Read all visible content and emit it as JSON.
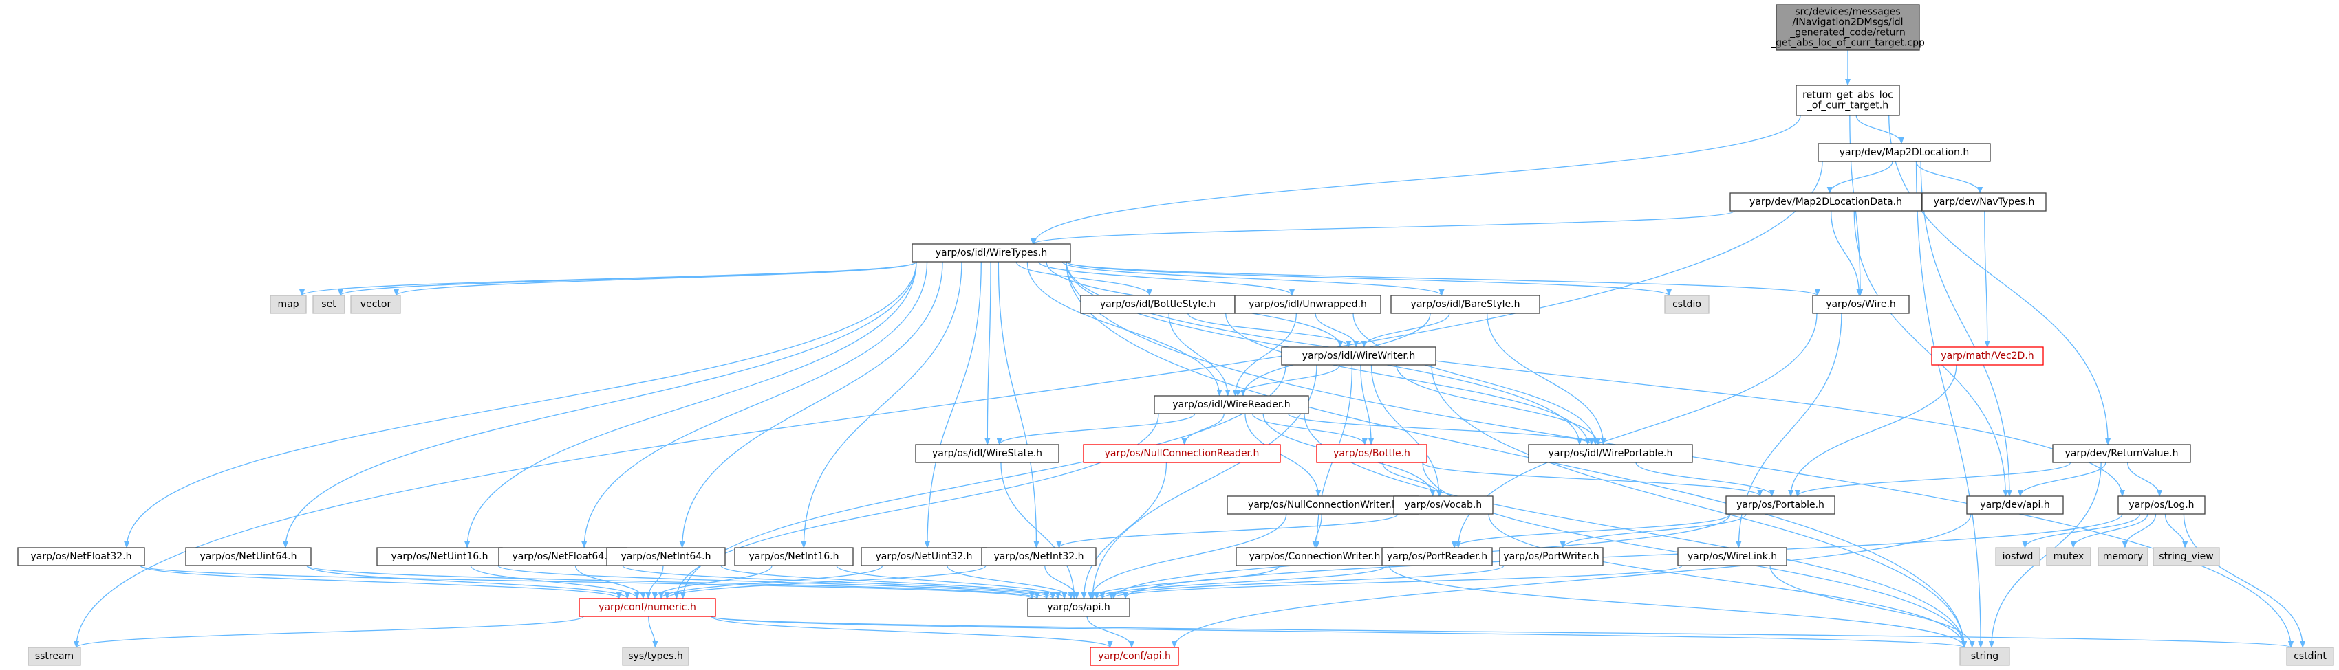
{
  "colors": {
    "edge": "#63b8ff",
    "node_border": "#404040",
    "node_fill": "#ffffff",
    "root_fill": "#999999",
    "external_fill": "#e0e0e0",
    "external_border": "#bfbfbf",
    "truncated_border": "#ff0000",
    "truncated_text": "#b20000",
    "text": "#000000"
  },
  "nodes": {
    "root": {
      "label": [
        "src/devices/messages",
        "/INavigation2DMsgs/idl",
        "_generated_code/return",
        "_get_abs_loc_of_curr_target.cpp"
      ],
      "kind": "root"
    },
    "ret_h": {
      "label": [
        "return_get_abs_loc",
        "_of_curr_target.h"
      ],
      "kind": "normal"
    },
    "map2dloc": {
      "label": [
        "yarp/dev/Map2DLocation.h"
      ],
      "kind": "normal"
    },
    "map2dlocdata": {
      "label": [
        "yarp/dev/Map2DLocationData.h"
      ],
      "kind": "normal"
    },
    "navtypes": {
      "label": [
        "yarp/dev/NavTypes.h"
      ],
      "kind": "normal"
    },
    "wiretypes": {
      "label": [
        "yarp/os/idl/WireTypes.h"
      ],
      "kind": "normal"
    },
    "map": {
      "label": [
        "map"
      ],
      "kind": "external"
    },
    "set": {
      "label": [
        "set"
      ],
      "kind": "external"
    },
    "vector": {
      "label": [
        "vector"
      ],
      "kind": "external"
    },
    "bottlestyle": {
      "label": [
        "yarp/os/idl/BottleStyle.h"
      ],
      "kind": "normal"
    },
    "unwrapped": {
      "label": [
        "yarp/os/idl/Unwrapped.h"
      ],
      "kind": "normal"
    },
    "barestyle": {
      "label": [
        "yarp/os/idl/BareStyle.h"
      ],
      "kind": "normal"
    },
    "cstdio": {
      "label": [
        "cstdio"
      ],
      "kind": "external"
    },
    "wire": {
      "label": [
        "yarp/os/Wire.h"
      ],
      "kind": "normal"
    },
    "vec2d": {
      "label": [
        "yarp/math/Vec2D.h"
      ],
      "kind": "truncated"
    },
    "wirewriter": {
      "label": [
        "yarp/os/idl/WireWriter.h"
      ],
      "kind": "normal"
    },
    "wirereader": {
      "label": [
        "yarp/os/idl/WireReader.h"
      ],
      "kind": "normal"
    },
    "wirestate": {
      "label": [
        "yarp/os/idl/WireState.h"
      ],
      "kind": "normal"
    },
    "nullconnreader": {
      "label": [
        "yarp/os/NullConnectionReader.h"
      ],
      "kind": "truncated"
    },
    "bottle": {
      "label": [
        "yarp/os/Bottle.h"
      ],
      "kind": "truncated"
    },
    "wireportable": {
      "label": [
        "yarp/os/idl/WirePortable.h"
      ],
      "kind": "normal"
    },
    "returnvalue": {
      "label": [
        "yarp/dev/ReturnValue.h"
      ],
      "kind": "normal"
    },
    "nullconnwriter": {
      "label": [
        "yarp/os/NullConnectionWriter.h"
      ],
      "kind": "normal"
    },
    "vocab": {
      "label": [
        "yarp/os/Vocab.h"
      ],
      "kind": "normal"
    },
    "portable": {
      "label": [
        "yarp/os/Portable.h"
      ],
      "kind": "normal"
    },
    "devapi": {
      "label": [
        "yarp/dev/api.h"
      ],
      "kind": "normal"
    },
    "log": {
      "label": [
        "yarp/os/Log.h"
      ],
      "kind": "normal"
    },
    "netfloat32": {
      "label": [
        "yarp/os/NetFloat32.h"
      ],
      "kind": "normal"
    },
    "netuint64": {
      "label": [
        "yarp/os/NetUint64.h"
      ],
      "kind": "normal"
    },
    "netuint16": {
      "label": [
        "yarp/os/NetUint16.h"
      ],
      "kind": "normal"
    },
    "netfloat64": {
      "label": [
        "yarp/os/NetFloat64.h"
      ],
      "kind": "normal"
    },
    "netint64": {
      "label": [
        "yarp/os/NetInt64.h"
      ],
      "kind": "normal"
    },
    "netint16": {
      "label": [
        "yarp/os/NetInt16.h"
      ],
      "kind": "normal"
    },
    "netuint32": {
      "label": [
        "yarp/os/NetUint32.h"
      ],
      "kind": "normal"
    },
    "netint32": {
      "label": [
        "yarp/os/NetInt32.h"
      ],
      "kind": "normal"
    },
    "connwriter": {
      "label": [
        "yarp/os/ConnectionWriter.h"
      ],
      "kind": "normal"
    },
    "portreader": {
      "label": [
        "yarp/os/PortReader.h"
      ],
      "kind": "normal"
    },
    "portwriter": {
      "label": [
        "yarp/os/PortWriter.h"
      ],
      "kind": "normal"
    },
    "wirelink": {
      "label": [
        "yarp/os/WireLink.h"
      ],
      "kind": "normal"
    },
    "iosfwd": {
      "label": [
        "iosfwd"
      ],
      "kind": "external"
    },
    "mutex": {
      "label": [
        "mutex"
      ],
      "kind": "external"
    },
    "memory": {
      "label": [
        "memory"
      ],
      "kind": "external"
    },
    "string_view": {
      "label": [
        "string_view"
      ],
      "kind": "external"
    },
    "numeric": {
      "label": [
        "yarp/conf/numeric.h"
      ],
      "kind": "truncated"
    },
    "osapi": {
      "label": [
        "yarp/os/api.h"
      ],
      "kind": "normal"
    },
    "sstream": {
      "label": [
        "sstream"
      ],
      "kind": "external"
    },
    "systypes": {
      "label": [
        "sys/types.h"
      ],
      "kind": "external"
    },
    "confapi": {
      "label": [
        "yarp/conf/api.h"
      ],
      "kind": "truncated"
    },
    "string": {
      "label": [
        "string"
      ],
      "kind": "external"
    },
    "cstdint": {
      "label": [
        "cstdint"
      ],
      "kind": "external"
    }
  },
  "edges": [
    [
      "root",
      "ret_h"
    ],
    [
      "ret_h",
      "map2dloc"
    ],
    [
      "ret_h",
      "wiretypes"
    ],
    [
      "ret_h",
      "wire"
    ],
    [
      "ret_h",
      "returnvalue"
    ],
    [
      "map2dloc",
      "map2dlocdata"
    ],
    [
      "map2dloc",
      "navtypes"
    ],
    [
      "map2dloc",
      "devapi"
    ],
    [
      "map2dloc",
      "string"
    ],
    [
      "map2dloc",
      "sstream"
    ],
    [
      "map2dlocdata",
      "wiretypes"
    ],
    [
      "map2dlocdata",
      "wire"
    ],
    [
      "map2dlocdata",
      "devapi"
    ],
    [
      "navtypes",
      "vec2d"
    ],
    [
      "vec2d",
      "portable"
    ],
    [
      "wiretypes",
      "map"
    ],
    [
      "wiretypes",
      "set"
    ],
    [
      "wiretypes",
      "vector"
    ],
    [
      "wiretypes",
      "cstdio"
    ],
    [
      "wiretypes",
      "bottlestyle"
    ],
    [
      "wiretypes",
      "unwrapped"
    ],
    [
      "wiretypes",
      "barestyle"
    ],
    [
      "wiretypes",
      "wirewriter"
    ],
    [
      "wiretypes",
      "wirereader"
    ],
    [
      "wiretypes",
      "wirestate"
    ],
    [
      "wiretypes",
      "wireportable"
    ],
    [
      "wiretypes",
      "wire"
    ],
    [
      "wiretypes",
      "string"
    ],
    [
      "wiretypes",
      "cstdint"
    ],
    [
      "wiretypes",
      "log"
    ],
    [
      "wiretypes",
      "netfloat32"
    ],
    [
      "wiretypes",
      "netuint64"
    ],
    [
      "wiretypes",
      "netuint16"
    ],
    [
      "wiretypes",
      "netfloat64"
    ],
    [
      "wiretypes",
      "netint64"
    ],
    [
      "wiretypes",
      "netint16"
    ],
    [
      "wiretypes",
      "netuint32"
    ],
    [
      "wiretypes",
      "netint32"
    ],
    [
      "bottlestyle",
      "wirewriter"
    ],
    [
      "bottlestyle",
      "wirereader"
    ],
    [
      "bottlestyle",
      "wireportable"
    ],
    [
      "unwrapped",
      "wirewriter"
    ],
    [
      "unwrapped",
      "wirereader"
    ],
    [
      "unwrapped",
      "wireportable"
    ],
    [
      "barestyle",
      "wirewriter"
    ],
    [
      "barestyle",
      "wirereader"
    ],
    [
      "barestyle",
      "wireportable"
    ],
    [
      "wire",
      "portreader"
    ],
    [
      "wire",
      "wirelink"
    ],
    [
      "wirewriter",
      "wirereader"
    ],
    [
      "wirewriter",
      "bottle"
    ],
    [
      "wirewriter",
      "vocab"
    ],
    [
      "wirewriter",
      "wireportable"
    ],
    [
      "wirewriter",
      "connwriter"
    ],
    [
      "wirewriter",
      "numeric"
    ],
    [
      "wirewriter",
      "string"
    ],
    [
      "wirewriter",
      "osapi"
    ],
    [
      "wirereader",
      "wirestate"
    ],
    [
      "wirereader",
      "nullconnreader"
    ],
    [
      "wirereader",
      "bottle"
    ],
    [
      "wirereader",
      "wireportable"
    ],
    [
      "wirereader",
      "nullconnwriter"
    ],
    [
      "wirereader",
      "vocab"
    ],
    [
      "wirereader",
      "numeric"
    ],
    [
      "wirereader",
      "string"
    ],
    [
      "wirestate",
      "osapi"
    ],
    [
      "nullconnreader",
      "osapi"
    ],
    [
      "bottle",
      "vocab"
    ],
    [
      "bottle",
      "portable"
    ],
    [
      "bottle",
      "string"
    ],
    [
      "wireportable",
      "portable"
    ],
    [
      "returnvalue",
      "portable"
    ],
    [
      "returnvalue",
      "devapi"
    ],
    [
      "returnvalue",
      "log"
    ],
    [
      "returnvalue",
      "string"
    ],
    [
      "nullconnwriter",
      "connwriter"
    ],
    [
      "nullconnwriter",
      "osapi"
    ],
    [
      "vocab",
      "netint32"
    ],
    [
      "vocab",
      "string"
    ],
    [
      "portable",
      "portreader"
    ],
    [
      "portable",
      "portwriter"
    ],
    [
      "portable",
      "osapi"
    ],
    [
      "devapi",
      "confapi"
    ],
    [
      "log",
      "iosfwd"
    ],
    [
      "log",
      "mutex"
    ],
    [
      "log",
      "memory"
    ],
    [
      "log",
      "string_view"
    ],
    [
      "log",
      "cstdint"
    ],
    [
      "log",
      "osapi"
    ],
    [
      "netfloat32",
      "numeric"
    ],
    [
      "netfloat32",
      "osapi"
    ],
    [
      "netuint64",
      "numeric"
    ],
    [
      "netuint64",
      "osapi"
    ],
    [
      "netuint16",
      "numeric"
    ],
    [
      "netuint16",
      "osapi"
    ],
    [
      "netfloat64",
      "numeric"
    ],
    [
      "netfloat64",
      "osapi"
    ],
    [
      "netint64",
      "numeric"
    ],
    [
      "netint64",
      "osapi"
    ],
    [
      "netint16",
      "numeric"
    ],
    [
      "netint16",
      "osapi"
    ],
    [
      "netuint32",
      "numeric"
    ],
    [
      "netuint32",
      "osapi"
    ],
    [
      "netint32",
      "numeric"
    ],
    [
      "netint32",
      "osapi"
    ],
    [
      "connwriter",
      "osapi"
    ],
    [
      "connwriter",
      "string"
    ],
    [
      "portreader",
      "osapi"
    ],
    [
      "portwriter",
      "osapi"
    ],
    [
      "wirelink",
      "osapi"
    ],
    [
      "wirelink",
      "string"
    ],
    [
      "numeric",
      "confapi"
    ],
    [
      "numeric",
      "systypes"
    ],
    [
      "numeric",
      "sstream"
    ],
    [
      "numeric",
      "cstdint"
    ],
    [
      "numeric",
      "string"
    ],
    [
      "osapi",
      "confapi"
    ]
  ]
}
